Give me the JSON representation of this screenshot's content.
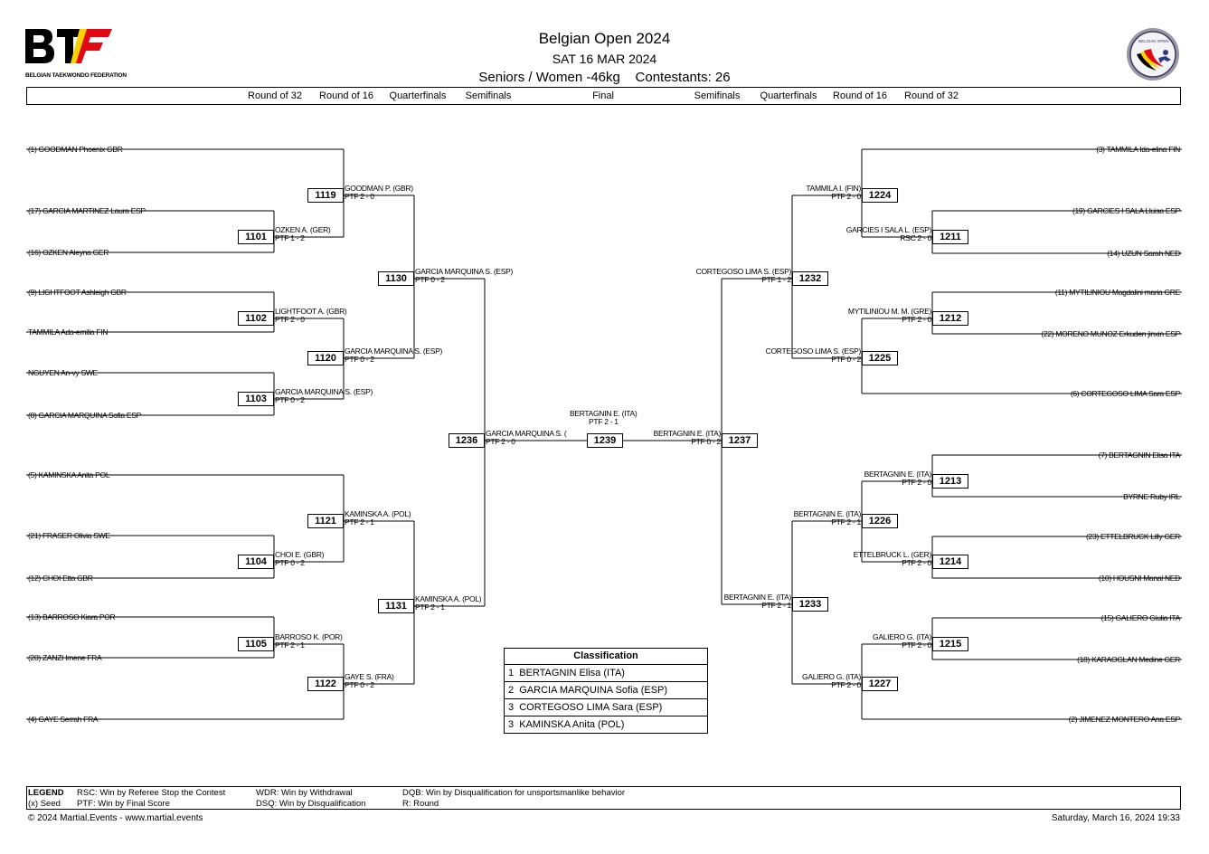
{
  "header": {
    "federation": "BELGIAN TAEKWONDO FEDERATION",
    "right_logo_text": "BELGIAN OPEN",
    "title": "Belgian Open 2024",
    "date": "SAT 16 MAR 2024",
    "division": "Seniors / Women -46kg    Contestants: 26"
  },
  "rounds_left": [
    "Round of 32",
    "Round of 16",
    "Quarterfinals",
    "Semifinals"
  ],
  "final_label": "Final",
  "rounds_right": [
    "Semifinals",
    "Quarterfinals",
    "Round of 16",
    "Round of 32"
  ],
  "left_entries": [
    "(1) GOODMAN Phoenix GBR",
    "(17) GARCIA MARTINEZ Laura ESP",
    "(16) OZKEN Aleyna GER",
    "(9) LIGHTFOOT Ashleigh GBR",
    "TAMMILA Ada-emilia FIN",
    "NGUYEN An-vy SWE",
    "(8) GARCIA MARQUINA Sofia ESP",
    "(5) KAMINSKA Anita POL",
    "(21) FRASER Olivia SWE",
    "(12) CHOI Etta GBR",
    "(13) BARROSO Kiara POR",
    "(20) ZANZI Imene FRA",
    "(4) GAYE Serrah FRA"
  ],
  "right_entries": [
    "(3) TAMMILA Ida-elina FIN",
    "(19) GARCIES I SALA Lluisa ESP",
    "(14) UZUN Sarah NED",
    "(11) MYTILINIOU Magdalini maria GRE",
    "(22) MORENO MUNOZ Erkuden jinxin ESP",
    "(6) CORTEGOSO LIMA Sara ESP",
    "(7) BERTAGNIN Elisa ITA",
    "BYRNE Ruby IRL",
    "(23) ETTELBRUCK Lilly GER",
    "(10) HOUSNI Manal NED",
    "(15) GALIERO Giulia ITA",
    "(18) KARAOGLAN Medine GER",
    "(2) JIMENEZ MONTERO Ana ESP"
  ],
  "matches": [
    {
      "id": "1101",
      "winner": "OZKEN A. (GER)",
      "result": "PTF 1 - 2"
    },
    {
      "id": "1102",
      "winner": "LIGHTFOOT A. (GBR)",
      "result": "PTF 2 - 0"
    },
    {
      "id": "1103",
      "winner": "GARCIA MARQUINA S. (ESP)",
      "result": "PTF 0 - 2"
    },
    {
      "id": "1104",
      "winner": "CHOI E. (GBR)",
      "result": "PTF 0 - 2"
    },
    {
      "id": "1105",
      "winner": "BARROSO K. (POR)",
      "result": "PTF 2 - 1"
    },
    {
      "id": "1119",
      "winner": "GOODMAN P. (GBR)",
      "result": "PTF 2 - 0"
    },
    {
      "id": "1120",
      "winner": "GARCIA MARQUINA S. (ESP)",
      "result": "PTF 0 - 2"
    },
    {
      "id": "1121",
      "winner": "KAMINSKA A. (POL)",
      "result": "PTF 2 - 1"
    },
    {
      "id": "1122",
      "winner": "GAYE S. (FRA)",
      "result": "PTF 0 - 2"
    },
    {
      "id": "1130",
      "winner": "GARCIA MARQUINA S. (ESP)",
      "result": "PTF 0 - 2"
    },
    {
      "id": "1131",
      "winner": "KAMINSKA A. (POL)",
      "result": "PTF 2 - 1"
    },
    {
      "id": "1236",
      "winner": "GARCIA MARQUINA S. (",
      "result": "PTF 2 - 0"
    },
    {
      "id": "1239",
      "winner": "BERTAGNIN E. (ITA)",
      "result": "PTF 2 - 1"
    },
    {
      "id": "1237",
      "winner": "BERTAGNIN E. (ITA)",
      "result": "PTF 0 - 2"
    },
    {
      "id": "1232",
      "winner": "CORTEGOSO LIMA S. (ESP)",
      "result": "PTF 1 - 2"
    },
    {
      "id": "1233",
      "winner": "BERTAGNIN E. (ITA)",
      "result": "PTF 2 - 1"
    },
    {
      "id": "1224",
      "winner": "TAMMILA I. (FIN)",
      "result": "PTF 2 - 0"
    },
    {
      "id": "1225",
      "winner": "CORTEGOSO LIMA S. (ESP)",
      "result": "PTF 0 - 2"
    },
    {
      "id": "1226",
      "winner": "BERTAGNIN E. (ITA)",
      "result": "PTF 2 - 1"
    },
    {
      "id": "1227",
      "winner": "GALIERO G. (ITA)",
      "result": "PTF 2 - 0"
    },
    {
      "id": "1211",
      "winner": "GARCIES I SALA L. (ESP)",
      "result": "RSC 2 - 0"
    },
    {
      "id": "1212",
      "winner": "MYTILINIOU M. M. (GRE)",
      "result": "PTF 2 - 0"
    },
    {
      "id": "1213",
      "winner": "BERTAGNIN E. (ITA)",
      "result": "PTF 2 - 0"
    },
    {
      "id": "1214",
      "winner": "ETTELBRUCK L. (GER)",
      "result": "PTF 2 - 0"
    },
    {
      "id": "1215",
      "winner": "GALIERO G. (ITA)",
      "result": "PTF 2 - 0"
    }
  ],
  "classification": {
    "title": "Classification",
    "rows": [
      "1  BERTAGNIN Elisa (ITA)",
      "2  GARCIA MARQUINA Sofia (ESP)",
      "3  CORTEGOSO LIMA Sara (ESP)",
      "3  KAMINSKA Anita (POL)"
    ]
  },
  "legend": {
    "title": "LEGEND",
    "seed": "(x) Seed",
    "rsc": "RSC: Win by Referee Stop the Contest",
    "ptf": "PTF: Win by Final Score",
    "wdr": "WDR: Win by Withdrawal",
    "dsq": "DSQ: Win by Disqualification",
    "dqb": "DQB: Win by Disqualification for unsportsmanlike behavior",
    "r": "R: Round"
  },
  "footer": {
    "copyright": "© 2024 Martial.Events - www.martial.events",
    "timestamp": "Saturday, March 16, 2024 19:33"
  },
  "colors": {
    "btf_red": "#e30613",
    "btf_yellow": "#ffd100",
    "btf_black": "#000000"
  }
}
